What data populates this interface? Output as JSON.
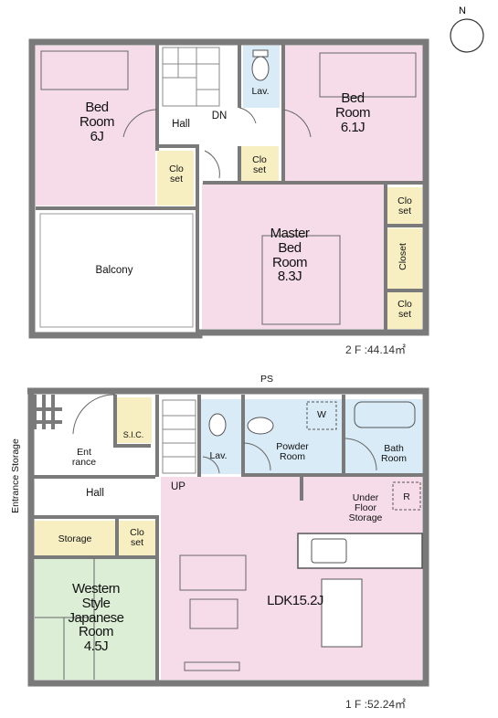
{
  "colors": {
    "bedroom": "#f6dce8",
    "closet": "#f7eec2",
    "wet_area": "#d8ebf7",
    "tatami": "#dcefd6",
    "wall": "#7a7a7a",
    "floor": "#ffffff"
  },
  "compass": {
    "label": "N",
    "icon": "compass-icon"
  },
  "floor2": {
    "area_label": "2 F :44.14㎡",
    "rooms": {
      "bed_left": "Bed\nRoom\n6J",
      "bed_right": "Bed\nRoom\n6.1J",
      "master": "Master\nBed\nRoom\n8.3J",
      "balcony": "Balcony",
      "hall": "Hall",
      "dn": "DN",
      "lav": "Lav.",
      "clo_left": "Clo\nset",
      "clo_center": "Clo\nset",
      "clo_right1": "Clo\nset",
      "closet": "Closet",
      "clo_right2": "Clo\nset"
    }
  },
  "floor1": {
    "area_label": "1 F :52.24㎡",
    "rooms": {
      "entrance": "Ent\nrance",
      "sic": "S.I.C.",
      "hall": "Hall",
      "up": "UP",
      "lav": "Lav.",
      "ps": "PS",
      "powder": "Powder\nRoom",
      "washer": "W",
      "bath": "Bath\nRoom",
      "storage": "Storage",
      "clo": "Clo\nset",
      "underfloor": "Under\nFloor\nStorage",
      "underfloor_mark": "R",
      "ldk": "LDK15.2J",
      "western": "Western\nStyle\nJapanese\nRoom\n4.5J"
    },
    "side_label": "Entrance Storage"
  }
}
